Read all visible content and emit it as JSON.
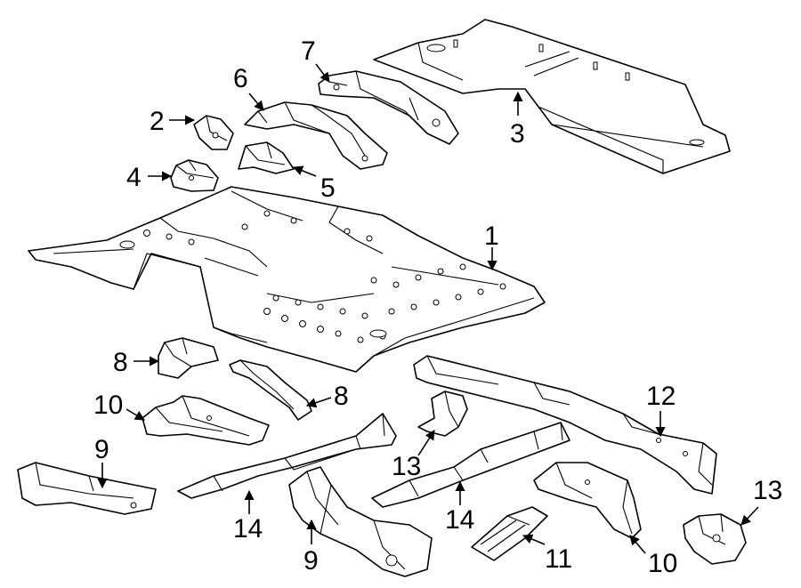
{
  "callouts": {
    "c1": "1",
    "c2": "2",
    "c3": "3",
    "c4": "4",
    "c5": "5",
    "c6": "6",
    "c7": "7",
    "c8a": "8",
    "c8b": "8",
    "c9a": "9",
    "c9b": "9",
    "c10a": "10",
    "c10b": "10",
    "c11": "11",
    "c12": "12",
    "c13a": "13",
    "c13b": "13",
    "c14a": "14",
    "c14b": "14"
  },
  "colors": {
    "line": "#000000",
    "background": "#ffffff"
  }
}
